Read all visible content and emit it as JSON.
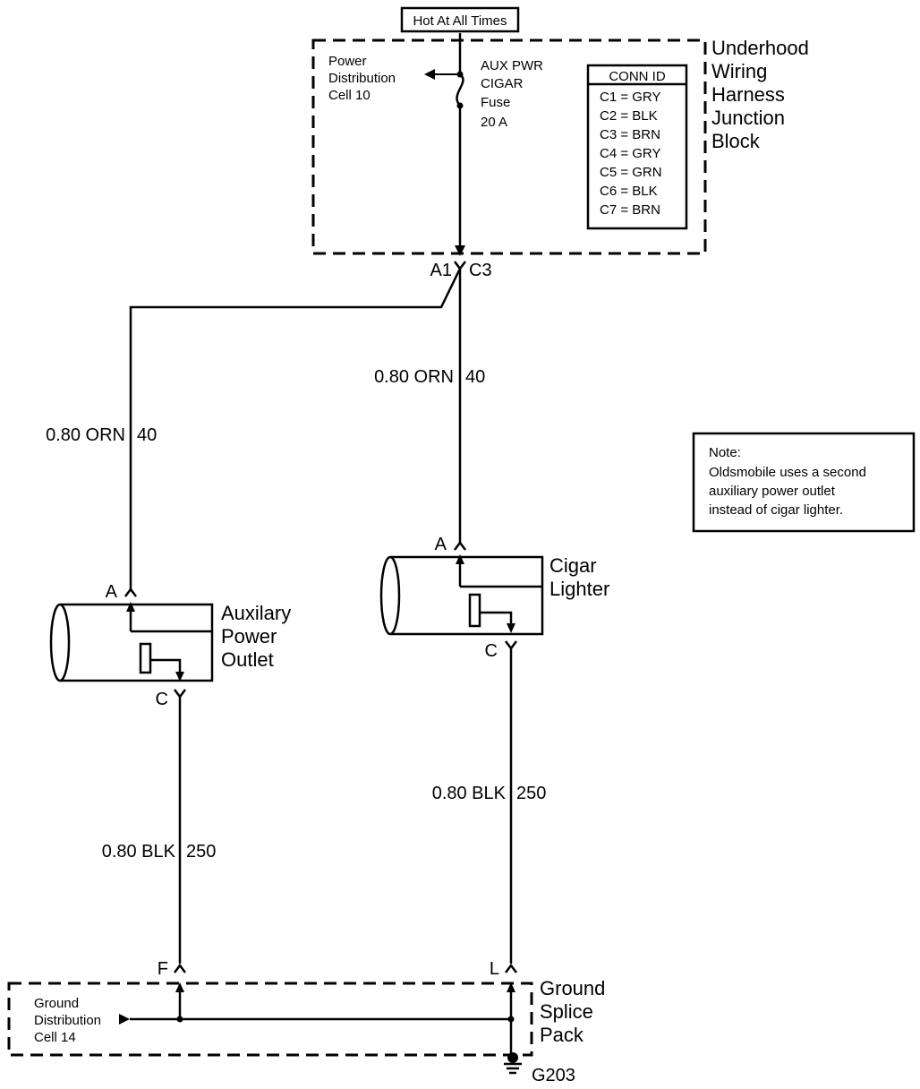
{
  "hot_label": "Hot At All Times",
  "junction_block": {
    "name_lines": [
      "Underhood",
      "Wiring",
      "Harness",
      "Junction",
      "Block"
    ],
    "power_dist_lines": [
      "Power",
      "Distribution",
      "Cell 10"
    ],
    "fuse_lines": [
      "AUX PWR",
      "CIGAR",
      "Fuse",
      "20 A"
    ],
    "conn_id": {
      "title": "CONN ID",
      "rows": [
        "C1 = GRY",
        "C2 = BLK",
        "C3 = BRN",
        "C4 = GRY",
        "C5 = GRN",
        "C6 = BLK",
        "C7 = BRN"
      ]
    },
    "connector_left": "A1",
    "connector_right": "C3"
  },
  "wires": {
    "left_feed": {
      "gauge_color": "0.80 ORN",
      "circuit": "40"
    },
    "right_feed": {
      "gauge_color": "0.80 ORN",
      "circuit": "40"
    },
    "left_ground": {
      "gauge_color": "0.80 BLK",
      "circuit": "250"
    },
    "right_ground": {
      "gauge_color": "0.80 BLK",
      "circuit": "250"
    }
  },
  "note": {
    "title": "Note:",
    "lines": [
      "Oldsmobile uses a second",
      "auxiliary power outlet",
      "instead of cigar lighter."
    ]
  },
  "aux_outlet": {
    "name_lines": [
      "Auxilary",
      "Power",
      "Outlet"
    ],
    "pin_top": "A",
    "pin_bottom": "C"
  },
  "cigar_lighter": {
    "name_lines": [
      "Cigar",
      "Lighter"
    ],
    "pin_top": "A",
    "pin_bottom": "C"
  },
  "ground_splice": {
    "name_lines": [
      "Ground",
      "Splice",
      "Pack"
    ],
    "dist_lines": [
      "Ground",
      "Distribution",
      "Cell 14"
    ],
    "pin_left": "F",
    "pin_right": "L",
    "ground_id": "G203"
  }
}
